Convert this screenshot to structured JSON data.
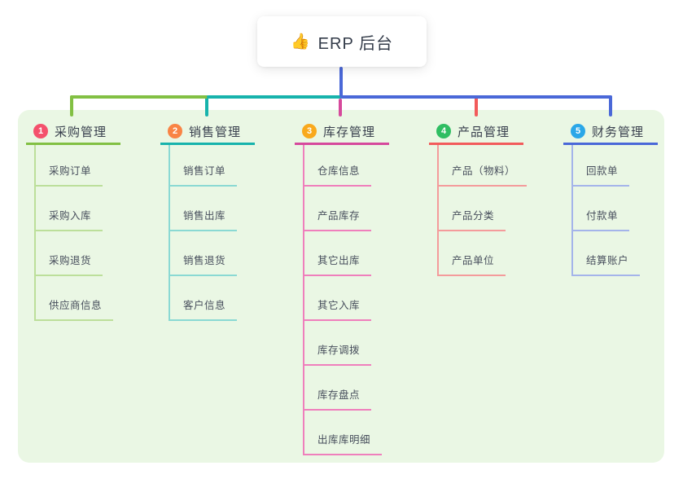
{
  "root": {
    "icon": "👍",
    "label": "ERP 后台"
  },
  "canvas": {
    "background": "#ffffff",
    "panel_background": "#EAF7E4"
  },
  "connector_color": "#4A68D8",
  "branches": [
    {
      "number": "1",
      "title": "采购管理",
      "badge_color": "#F4516C",
      "line_color": "#82C043",
      "child_line_color": "#BCDF9A",
      "children": [
        "采购订单",
        "采购入库",
        "采购退货",
        "供应商信息"
      ]
    },
    {
      "number": "2",
      "title": "销售管理",
      "badge_color": "#F98445",
      "line_color": "#17B3AC",
      "child_line_color": "#8AD9D3",
      "children": [
        "销售订单",
        "销售出库",
        "销售退货",
        "客户信息"
      ]
    },
    {
      "number": "3",
      "title": "库存管理",
      "badge_color": "#F9A91C",
      "line_color": "#D6499C",
      "child_line_color": "#EF7FBC",
      "children": [
        "仓库信息",
        "产品库存",
        "其它出库",
        "其它入库",
        "库存调拨",
        "库存盘点",
        "出库库明细"
      ]
    },
    {
      "number": "4",
      "title": "产品管理",
      "badge_color": "#2FBE62",
      "line_color": "#F25B5B",
      "child_line_color": "#F49B9B",
      "children": [
        "产品（物料）",
        "产品分类",
        "产品单位"
      ]
    },
    {
      "number": "5",
      "title": "财务管理",
      "badge_color": "#2AA7E8",
      "line_color": "#4A68D8",
      "child_line_color": "#A4B4EA",
      "children": [
        "回款单",
        "付款单",
        "结算账户"
      ]
    }
  ]
}
